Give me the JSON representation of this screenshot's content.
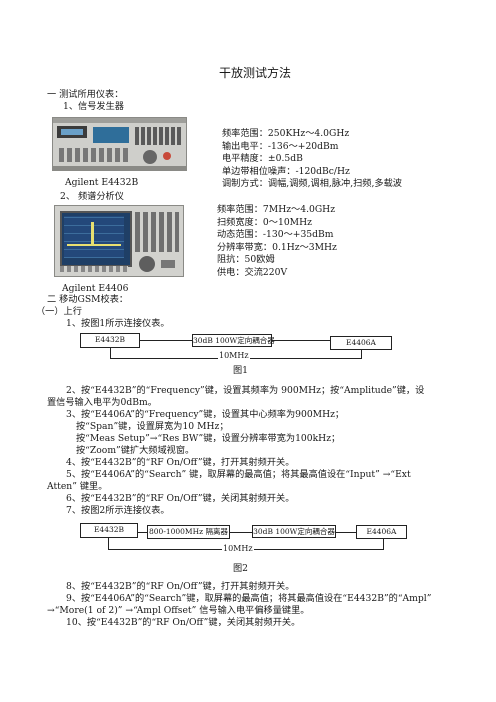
{
  "title": "干放测试方法",
  "sec1": "一  测试所用仪表：",
  "sub1": "1、信号发生器",
  "gen_caption": "Agilent E4432B",
  "gen_specs": [
    "频率范围：250KHz～4.0GHz",
    "输出电平：-136～+20dBm",
    "电平精度：±0.5dB",
    "单边带相位噪声：-120dBc/Hz",
    "调制方式：调幅,调频,调相,脉冲,扫频,多载波"
  ],
  "sub2": "2、  频谱分析仪",
  "sa_specs": [
    "频率范围：7MHz～4.0GHz",
    "扫频宽度：0～10MHz",
    "动态范围：-130～+35dBm",
    "分辨率带宽：0.1Hz～3MHz",
    "阻抗：50欧姆",
    "供电：交流220V"
  ],
  "sa_caption": "Agilent E4406",
  "sec2": "二  移动GSM校表：",
  "sub_up": "（一）上行",
  "step1": "1、按图1所示连接仪表。",
  "fig1": {
    "box1": "E4432B",
    "box2": "30dB 100W定向耦合器",
    "box3": "E4406A",
    "ref": "10MHz",
    "caption": "图1"
  },
  "step2_a": "2、按“E4432B”的“Frequency”键，设置其频率为 900MHz；按“Amplitude”键，设",
  "step2_b": "置信号输入电平为0dBm。",
  "step3_a": "3、按“E4406A”的“Frequency”键，设置其中心频率为900MHz；",
  "step3_b": "按“Span”键，设置屏宽为10 MHz；",
  "step3_c": "按“Meas Setup”→“Res BW”键，设置分辨率带宽为100kHz；",
  "step3_d": "按“Zoom”键扩大频域视窗。",
  "step4": "4、按“E4432B”的“RF On/Off”键，打开其射频开关。",
  "step5_a": "5、按“E4406A”的“Search” 键，取屏幕的最高值；将其最高值设在“Input”  →“Ext",
  "step5_b": "Atten” 键里。",
  "step6": "6、按“E4432B”的“RF On/Off”键，关闭其射频开关。",
  "step7": "7、按图2所示连接仪表。",
  "fig2": {
    "box1": "E4432B",
    "box2": "800-1000MHz 隔离器",
    "box3": "30dB 100W定向耦合器",
    "box4": "E4406A",
    "ref": "10MHz",
    "caption": "图2"
  },
  "step8": "8、按“E4432B”的“RF On/Off”键，打开其射频开关。",
  "step9_a": "9、按“E4406A”的“Search”键，取屏幕的最高值；将其最高值设在“E4432B”的“Ampl”",
  "step9_b": "→“More(1 of 2)” →“Ampl Offset” 信号输入电平偏移量键里。",
  "step10": "10、按“E4432B”的“RF On/Off”键，关闭其射频开关。",
  "colors": {
    "text": "#1a1a1a",
    "device_body": "#c9c9c4",
    "screen": "#2a5f8a"
  }
}
